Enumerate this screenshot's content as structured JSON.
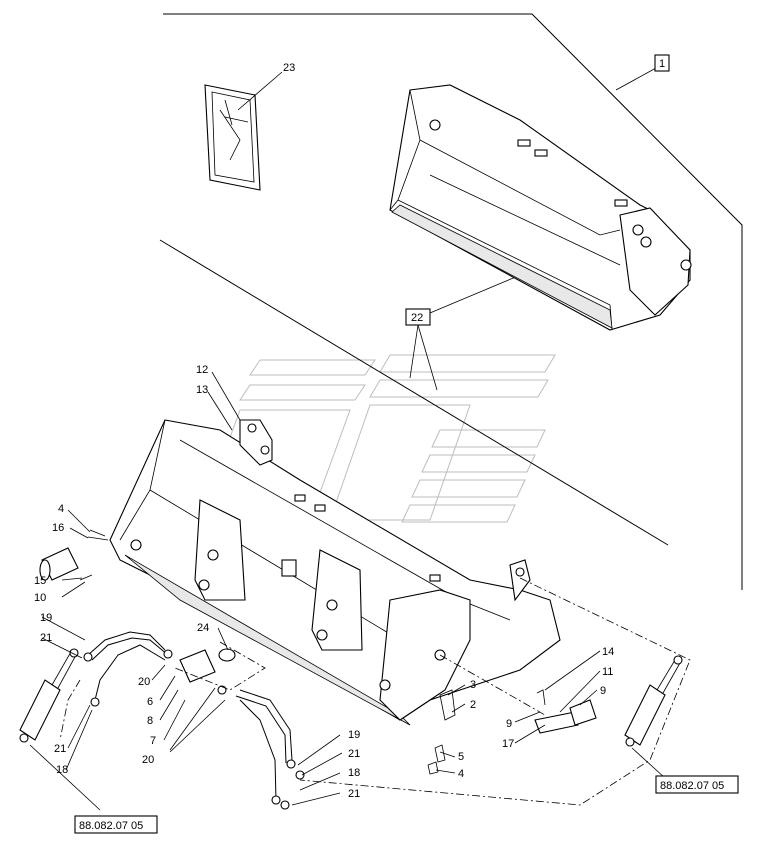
{
  "callouts": [
    {
      "id": "c23",
      "text": "23"
    },
    {
      "id": "c12",
      "text": "12"
    },
    {
      "id": "c13",
      "text": "13"
    },
    {
      "id": "c4a",
      "text": "4"
    },
    {
      "id": "c16",
      "text": "16"
    },
    {
      "id": "c15",
      "text": "15"
    },
    {
      "id": "c10",
      "text": "10"
    },
    {
      "id": "c19a",
      "text": "19"
    },
    {
      "id": "c21a",
      "text": "21"
    },
    {
      "id": "c24",
      "text": "24"
    },
    {
      "id": "c20a",
      "text": "20"
    },
    {
      "id": "c6",
      "text": "6"
    },
    {
      "id": "c8",
      "text": "8"
    },
    {
      "id": "c7",
      "text": "7"
    },
    {
      "id": "c20b",
      "text": "20"
    },
    {
      "id": "c21b",
      "text": "21"
    },
    {
      "id": "c18a",
      "text": "18"
    },
    {
      "id": "c19b",
      "text": "19"
    },
    {
      "id": "c21c",
      "text": "21"
    },
    {
      "id": "c18b",
      "text": "18"
    },
    {
      "id": "c21d",
      "text": "21"
    },
    {
      "id": "c3",
      "text": "3"
    },
    {
      "id": "c2",
      "text": "2"
    },
    {
      "id": "c5",
      "text": "5"
    },
    {
      "id": "c4b",
      "text": "4"
    },
    {
      "id": "c14",
      "text": "14"
    },
    {
      "id": "c11",
      "text": "11"
    },
    {
      "id": "c9a",
      "text": "9"
    },
    {
      "id": "c9b",
      "text": "9"
    },
    {
      "id": "c17",
      "text": "17"
    }
  ],
  "boxed_labels": [
    {
      "id": "b1",
      "text": "1"
    },
    {
      "id": "b22",
      "text": "22"
    }
  ],
  "references": [
    {
      "id": "ref_left",
      "text": "88.082.07 05"
    },
    {
      "id": "ref_right",
      "text": "88.082.07 05"
    }
  ]
}
